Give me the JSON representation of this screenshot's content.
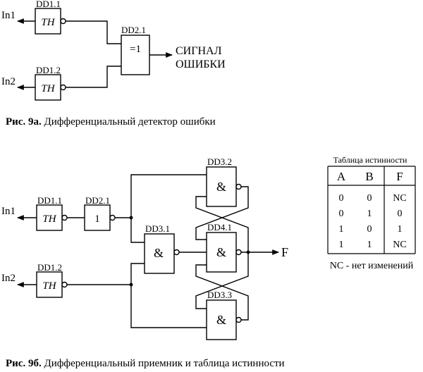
{
  "figure_a": {
    "caption_prefix": "Рис. 9а.",
    "caption_text": " Дифференциальный детектор ошибки",
    "labels": {
      "in1": "In1",
      "in2": "In2",
      "dd1_1": "DD1.1",
      "dd1_2": "DD1.2",
      "dd2_1": "DD2.1",
      "gate_th": "TH",
      "gate_xor": "=1",
      "out_line1": "СИГНАЛ",
      "out_line2": "ОШИБКИ"
    }
  },
  "figure_b": {
    "caption_prefix": "Рис. 9б.",
    "caption_text": " Дифференциальный приемник и таблица истинности",
    "labels": {
      "in1": "In1",
      "in2": "In2",
      "dd1_1": "DD1.1",
      "dd1_2": "DD1.2",
      "dd2_1": "DD2.1",
      "dd3_1": "DD3.1",
      "dd3_2": "DD3.2",
      "dd3_3": "DD3.3",
      "dd4_1": "DD4.1",
      "gate_th": "TH",
      "gate_buf": "1",
      "gate_and": "&",
      "output": "F"
    }
  },
  "truth_table": {
    "title": "Таблица истинности",
    "headers": [
      "A",
      "B",
      "F"
    ],
    "rows": [
      [
        "0",
        "0",
        "NC"
      ],
      [
        "0",
        "1",
        "0"
      ],
      [
        "1",
        "0",
        "1"
      ],
      [
        "1",
        "1",
        "NC"
      ]
    ],
    "note": "NC - нет изменений"
  }
}
